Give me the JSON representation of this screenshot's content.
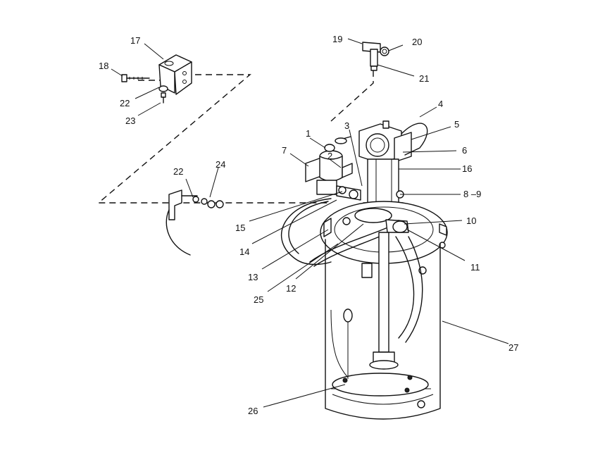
{
  "diagram": {
    "callouts": [
      {
        "id": "c1",
        "label": "1"
      },
      {
        "id": "c2",
        "label": "2"
      },
      {
        "id": "c3",
        "label": "3"
      },
      {
        "id": "c4",
        "label": "4"
      },
      {
        "id": "c5",
        "label": "5"
      },
      {
        "id": "c6",
        "label": "6"
      },
      {
        "id": "c7",
        "label": "7"
      },
      {
        "id": "c89",
        "label": "8 –9"
      },
      {
        "id": "c10",
        "label": "10"
      },
      {
        "id": "c11",
        "label": "11"
      },
      {
        "id": "c12",
        "label": "12"
      },
      {
        "id": "c13",
        "label": "13"
      },
      {
        "id": "c14",
        "label": "14"
      },
      {
        "id": "c15",
        "label": "15"
      },
      {
        "id": "c16",
        "label": "16"
      },
      {
        "id": "c17",
        "label": "17"
      },
      {
        "id": "c18",
        "label": "18"
      },
      {
        "id": "c19",
        "label": "19"
      },
      {
        "id": "c20",
        "label": "20"
      },
      {
        "id": "c21",
        "label": "21"
      },
      {
        "id": "c22a",
        "label": "22"
      },
      {
        "id": "c22b",
        "label": "22"
      },
      {
        "id": "c23",
        "label": "23"
      },
      {
        "id": "c24",
        "label": "24"
      },
      {
        "id": "c25",
        "label": "25"
      },
      {
        "id": "c26",
        "label": "26"
      },
      {
        "id": "c27",
        "label": "27"
      }
    ]
  }
}
